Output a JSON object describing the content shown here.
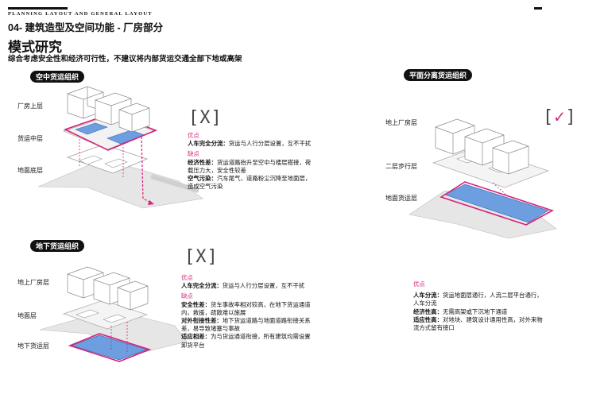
{
  "header": {
    "en": "PLANNING LAYOUT AND GENERAL LAYOUT",
    "cn": "04- 建筑造型及空间功能 - 厂房部分"
  },
  "title": "模式研究",
  "subtitle": "综合考虑安全性和经济可行性，不建议将内部货运交通全部下地或高架",
  "colors": {
    "accent": "#d4237a",
    "blue": "#6d9fe0"
  },
  "panels": {
    "elevated": {
      "title": "空中货运组织",
      "layers": [
        "厂房上层",
        "货运中层",
        "地面底层"
      ],
      "mark": "[X]",
      "pros_heading": "优点",
      "pros": [
        {
          "term": "人车完全分流：",
          "text": "货运与人行分层设置，互不干扰"
        }
      ],
      "cons_heading": "缺点",
      "cons": [
        {
          "term": "经济性差：",
          "text": "货运道路抬升至空中与楼层搭接，荷载压力大，安全性较差"
        },
        {
          "term": "空气污染：",
          "text": "汽车尾气，道路粉尘沉降至地面层，造成空气污染"
        }
      ]
    },
    "underground": {
      "title": "地下货运组织",
      "layers": [
        "地上厂房层",
        "地面层",
        "地下货运层"
      ],
      "mark": "[X]",
      "pros_heading": "优点",
      "pros": [
        {
          "term": "人车完全分流：",
          "text": "货运与人行分层设置，互不干扰"
        }
      ],
      "cons_heading": "缺点",
      "cons": [
        {
          "term": "安全性差：",
          "text": "货车事故率相对较高，在地下货运通道内，救援，疏散难以施展"
        },
        {
          "term": "对外衔接性差：",
          "text": "地下货运道路与地面道路衔接关系差，易导致堵塞与事故"
        },
        {
          "term": "适应相差：",
          "text": "为与货运通道衔接，所有建筑均需设置卸货平台"
        }
      ]
    },
    "separated": {
      "title": "平面分离货运组织",
      "layers": [
        "地上厂房层",
        "二层步行层",
        "地面货运层"
      ],
      "mark": "[✓]",
      "pros_heading": "优点",
      "pros": [
        {
          "term": "人车分流：",
          "text": "货运地面层通行，人流二层平台通行，人车分流"
        },
        {
          "term": "经济性高：",
          "text": "无需高架或下沉地下通道"
        },
        {
          "term": "适应性高：",
          "text": "对地块、建筑设计通用性高，对外来物流方式留有接口"
        }
      ]
    }
  }
}
